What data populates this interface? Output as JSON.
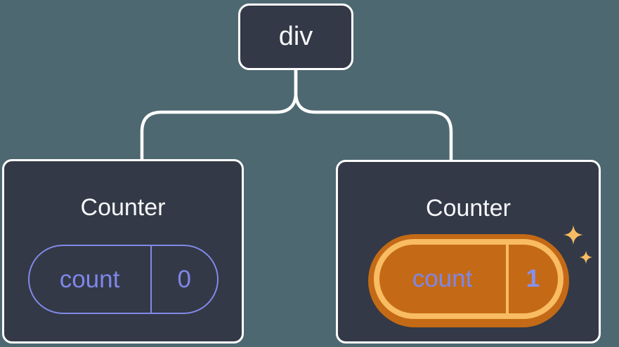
{
  "figure": {
    "description": "React component tree diagram: div root with two Counter children and their count state",
    "colors": {
      "background": "#4e6871",
      "node_background": "#333947",
      "line_color": "#ffffff",
      "purple_accent": "#8289e8",
      "purple_text": "#7e87e8",
      "orange_ring_outer": "#c46a16",
      "orange_ring_inner": "#f9bc62"
    },
    "root_node": {
      "label": "div"
    },
    "counters": [
      {
        "title": "Counter",
        "state_key": "count",
        "state_value": "0",
        "highlighted": false
      },
      {
        "title": "Counter",
        "state_key": "count",
        "state_value": "1",
        "highlighted": true
      }
    ],
    "sparkles_icon": "sparkles"
  }
}
